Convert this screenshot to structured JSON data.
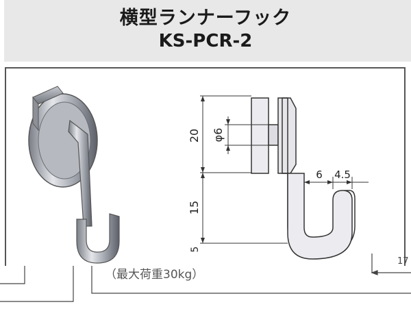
{
  "header": {
    "title_jp": "横型ランナーフック",
    "model": "KS-PCR-2"
  },
  "drawing": {
    "dimensions": {
      "height_upper": "20",
      "shaft_diameter": "φ6",
      "height_lower": "15",
      "partial_bottom": "5",
      "hook_width": "6",
      "hook_offset": "4.5",
      "partial_right": "17"
    }
  },
  "footer": {
    "max_load": "（最大荷重30kg）"
  },
  "colors": {
    "header_bg": "#e8e8e8",
    "line": "#333333",
    "part_fill": "#e6e6ea"
  }
}
